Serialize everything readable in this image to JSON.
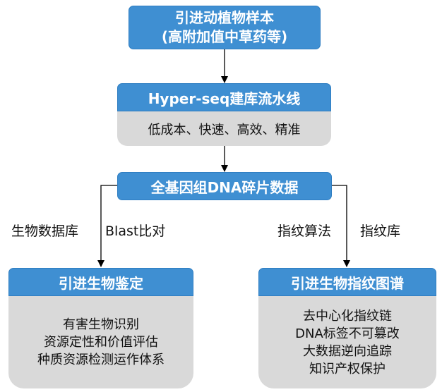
{
  "nodes": {
    "import_sample": {
      "line1": "引进动植物样本",
      "line2": "(高附加值中草药等)"
    },
    "hyperseq": {
      "title": "Hyper-seq建库流水线",
      "desc": "低成本、快速、高效、精准"
    },
    "dna_data": {
      "title": "全基因组DNA碎片数据"
    },
    "identification": {
      "title": "引进生物鉴定",
      "items": [
        "有害生物识别",
        "资源定性和价值评估",
        "种质资源检测运作体系"
      ]
    },
    "fingerprint": {
      "title": "引进生物指纹图谱",
      "items": [
        "去中心化指纹链",
        "DNA标签不可篡改",
        "大数据逆向追踪",
        "知识产权保护"
      ]
    }
  },
  "edge_labels": {
    "left_outer": "生物数据库",
    "left_inner": "Blast比对",
    "right_inner": "指纹算法",
    "right_outer": "指纹库"
  },
  "colors": {
    "box_blue": "#3f8fd2",
    "box_gray": "#d9d9d9",
    "arrow": "#000000"
  }
}
